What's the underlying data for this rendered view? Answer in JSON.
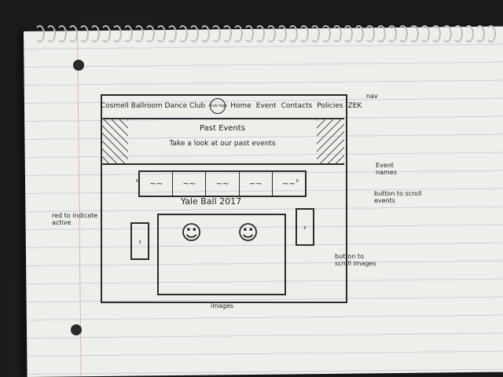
{
  "nav": {
    "brand": "Cosmell Ballroom Dance Club",
    "logo": "Club logo",
    "links": [
      "Home",
      "Event",
      "Contacts",
      "Policies",
      "ZEK"
    ]
  },
  "banner": {
    "title": "Past Events",
    "subtitle": "Take a look at our past events"
  },
  "event_title": "Yale Ball 2017",
  "annotations": {
    "nav": "nav",
    "events": "Event names",
    "scroll_top": "button to scroll events",
    "active": "red to indicate active",
    "scroll_images": "button to scroll images",
    "images": "images"
  }
}
